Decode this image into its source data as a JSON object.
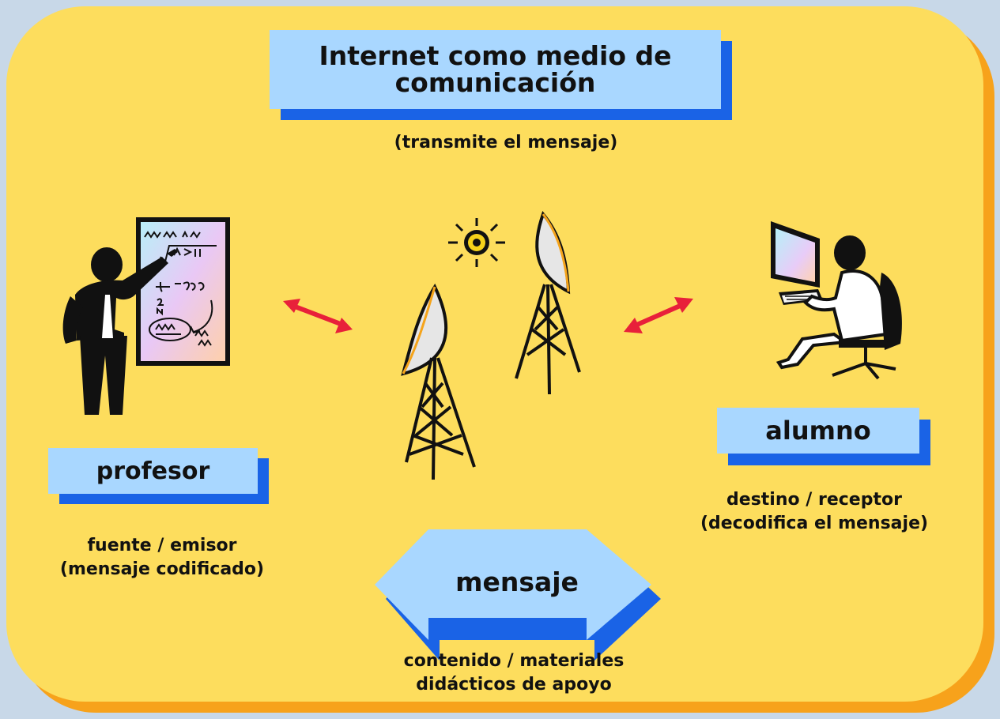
{
  "title": {
    "line1": "Internet como medio de",
    "line2": "comunicación"
  },
  "title_caption": "(transmite el mensaje)",
  "professor": {
    "label": "profesor",
    "caption_line1": "fuente / emisor",
    "caption_line2": "(mensaje codificado)"
  },
  "student": {
    "label": "alumno",
    "caption_line1": "destino / receptor",
    "caption_line2": "(decodifica el mensaje)"
  },
  "message": {
    "label": "mensaje",
    "caption_line1": "contenido / materiales",
    "caption_line2": "didácticos de apoyo"
  },
  "icons": [
    "teacher-at-board-icon",
    "antenna-tower-icon",
    "sun-icon",
    "person-at-computer-icon",
    "double-arrow-icon"
  ],
  "colors": {
    "background": "#c8d8e8",
    "panel": "#fddd5d",
    "panel_shadow": "#f7a21b",
    "label_box": "#a9d7ff",
    "label_shadow": "#1a63e6",
    "arrow": "#e8203a"
  }
}
